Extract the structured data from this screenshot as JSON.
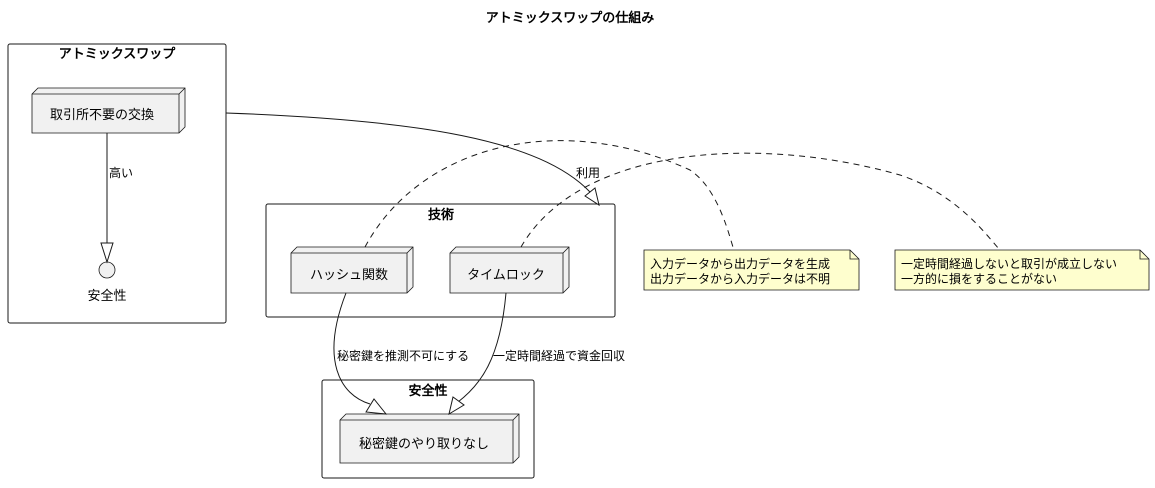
{
  "diagram": {
    "title": "アトミックスワップの仕組み",
    "packages": {
      "atomic_swap": "アトミックスワップ",
      "technology": "技術",
      "security": "安全性"
    },
    "nodes": {
      "exchange": "取引所不要の交換",
      "security_interface": "安全性",
      "hash": "ハッシュ関数",
      "timelock": "タイムロック",
      "no_key_exchange": "秘密鍵のやり取りなし"
    },
    "edges": {
      "high": "高い",
      "uses": "利用",
      "hash_to_key": "秘密鍵を推測不可にする",
      "timelock_to_key": "一定時間経過で資金回収"
    },
    "notes": {
      "hash_note": [
        "入力データから出力データを生成",
        "出力データから入力データは不明"
      ],
      "timelock_note": [
        "一定時間経過しないと取引が成立しない",
        "一方的に損をすることがない"
      ]
    },
    "colors": {
      "node_fill": "#f1f1f1",
      "node_stroke": "#181818",
      "note_fill": "#fefece",
      "note_stroke": "#181818",
      "line": "#181818"
    }
  }
}
